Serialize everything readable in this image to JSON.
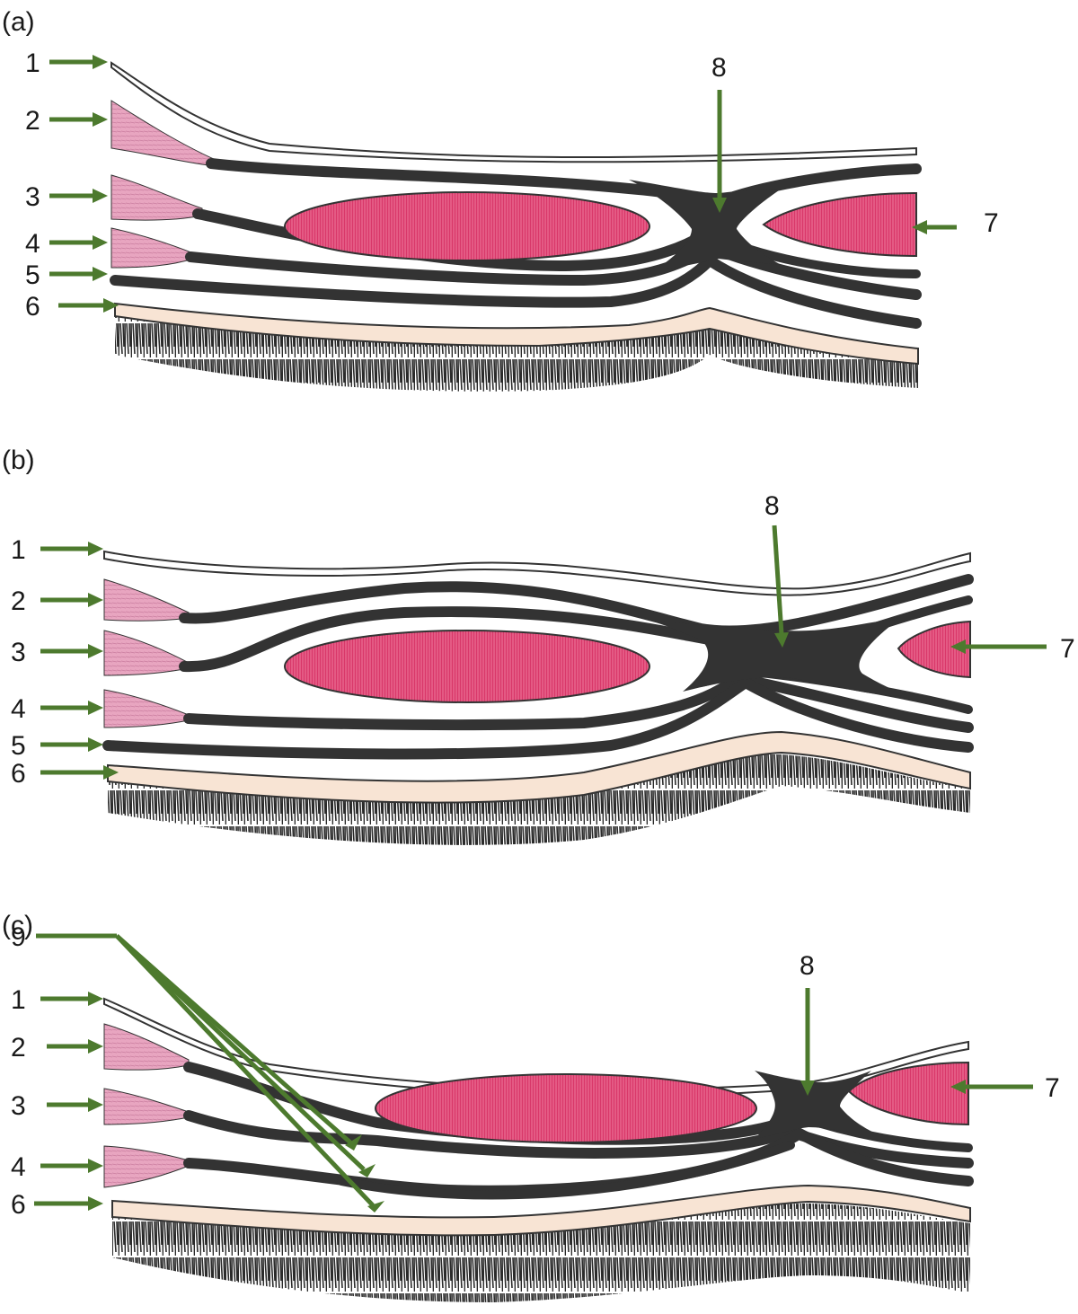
{
  "panels": [
    {
      "id": "a",
      "letter": "(a)",
      "labels": {
        "l1": "1",
        "l2": "2",
        "l3": "3",
        "l4": "4",
        "l5": "5",
        "l6": "6",
        "l7": "7",
        "l8": "8"
      }
    },
    {
      "id": "b",
      "letter": "(b)",
      "labels": {
        "l1": "1",
        "l2": "2",
        "l3": "3",
        "l4": "4",
        "l5": "5",
        "l6": "6",
        "l7": "7",
        "l8": "8"
      }
    },
    {
      "id": "c",
      "letter": "(c)",
      "labels": {
        "l1": "1",
        "l2": "2",
        "l3": "3",
        "l4": "4",
        "l6": "6",
        "l7": "7",
        "l8": "8",
        "l9": "9"
      }
    }
  ],
  "colors": {
    "arrow": "#4d7a2e",
    "fascia": "#333333",
    "muscle_belly": "#d9386a",
    "muscle_origin": "#e8a5c0",
    "fat_layer": "#f8e4d4",
    "hair": "#2a2a2a"
  }
}
